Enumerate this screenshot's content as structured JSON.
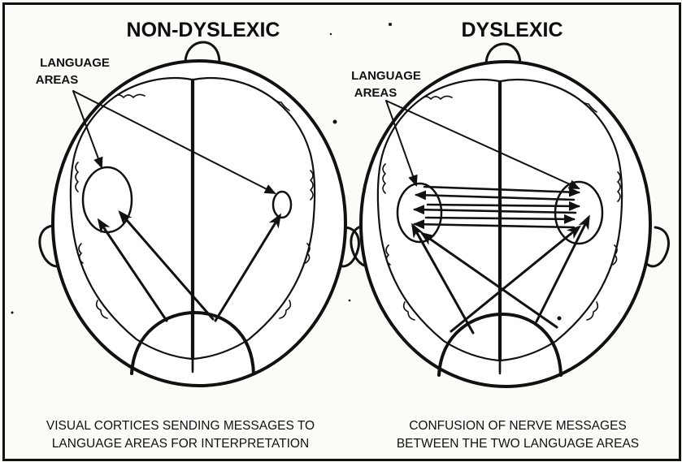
{
  "panels": [
    {
      "title": "NON-DYSLEXIC",
      "label_line1": "LANGUAGE",
      "label_line2": "AREAS",
      "caption_line1": "VISUAL CORTICES SENDING MESSAGES TO",
      "caption_line2": "LANGUAGE AREAS FOR INTERPRETATION"
    },
    {
      "title": "DYSLEXIC",
      "label_line1": "LANGUAGE",
      "label_line2": "AREAS",
      "caption_line1": "CONFUSION OF NERVE MESSAGES",
      "caption_line2": "BETWEEN THE TWO LANGUAGE AREAS"
    }
  ]
}
